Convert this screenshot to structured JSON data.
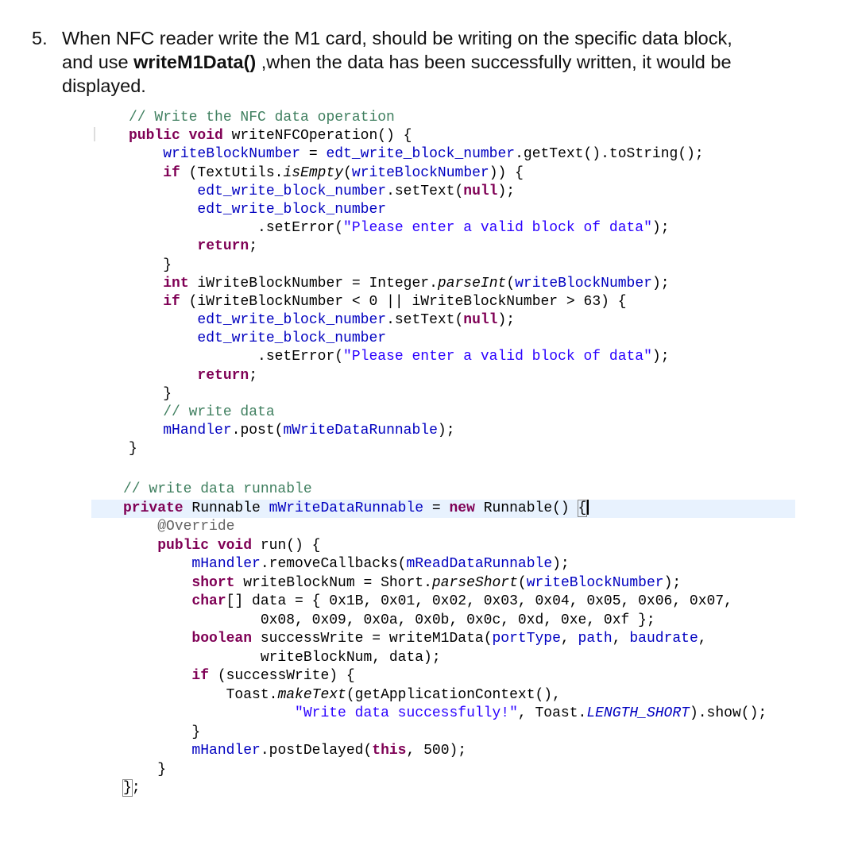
{
  "heading": {
    "number": "5.",
    "line1": "When NFC reader write the M1 card, should be writing on the specific data block,",
    "line2_pre": "and use ",
    "line2_bold": "writeM1Data()",
    "line2_post": " ,when the data has been successfully written, it would be",
    "line3": "displayed."
  },
  "code_block_1": [
    [
      [
        "c",
        "// Write the NFC data operation"
      ]
    ],
    [
      [
        "k",
        "public void"
      ],
      [
        "n",
        " writeNFCOperation() {"
      ]
    ],
    [
      [
        "n",
        "    "
      ],
      [
        "f",
        "writeBlockNumber"
      ],
      [
        "n",
        " = "
      ],
      [
        "f",
        "edt_write_block_number"
      ],
      [
        "n",
        ".getText().toString();"
      ]
    ],
    [
      [
        "n",
        "    "
      ],
      [
        "k",
        "if"
      ],
      [
        "n",
        " (TextUtils."
      ],
      [
        "i",
        "isEmpty"
      ],
      [
        "n",
        "("
      ],
      [
        "f",
        "writeBlockNumber"
      ],
      [
        "n",
        ")) {"
      ]
    ],
    [
      [
        "n",
        "        "
      ],
      [
        "f",
        "edt_write_block_number"
      ],
      [
        "n",
        ".setText("
      ],
      [
        "k",
        "null"
      ],
      [
        "n",
        ");"
      ]
    ],
    [
      [
        "n",
        "        "
      ],
      [
        "f",
        "edt_write_block_number"
      ]
    ],
    [
      [
        "n",
        "               .setError("
      ],
      [
        "s",
        "\"Please enter a valid block of data\""
      ],
      [
        "n",
        ");"
      ]
    ],
    [
      [
        "n",
        "        "
      ],
      [
        "k",
        "return"
      ],
      [
        "n",
        ";"
      ]
    ],
    [
      [
        "n",
        "    }"
      ]
    ],
    [
      [
        "n",
        "    "
      ],
      [
        "k",
        "int"
      ],
      [
        "n",
        " iWriteBlockNumber = Integer."
      ],
      [
        "i",
        "parseInt"
      ],
      [
        "n",
        "("
      ],
      [
        "f",
        "writeBlockNumber"
      ],
      [
        "n",
        ");"
      ]
    ],
    [
      [
        "n",
        "    "
      ],
      [
        "k",
        "if"
      ],
      [
        "n",
        " (iWriteBlockNumber < 0 || iWriteBlockNumber > 63) {"
      ]
    ],
    [
      [
        "n",
        "        "
      ],
      [
        "f",
        "edt_write_block_number"
      ],
      [
        "n",
        ".setText("
      ],
      [
        "k",
        "null"
      ],
      [
        "n",
        ");"
      ]
    ],
    [
      [
        "n",
        "        "
      ],
      [
        "f",
        "edt_write_block_number"
      ]
    ],
    [
      [
        "n",
        "               .setError("
      ],
      [
        "s",
        "\"Please enter a valid block of data\""
      ],
      [
        "n",
        ");"
      ]
    ],
    [
      [
        "n",
        "        "
      ],
      [
        "k",
        "return"
      ],
      [
        "n",
        ";"
      ]
    ],
    [
      [
        "n",
        "    }"
      ]
    ],
    [
      [
        "n",
        "    "
      ],
      [
        "c",
        "// write data"
      ]
    ],
    [
      [
        "n",
        "    "
      ],
      [
        "f",
        "mHandler"
      ],
      [
        "n",
        ".post("
      ],
      [
        "f",
        "mWriteDataRunnable"
      ],
      [
        "n",
        ");"
      ]
    ],
    [
      [
        "n",
        "}"
      ]
    ]
  ],
  "code_block_2": [
    [
      [
        "c",
        "// write data runnable"
      ]
    ],
    [
      [
        "k",
        "private"
      ],
      [
        "n",
        " Runnable "
      ],
      [
        "f",
        "mWriteDataRunnable"
      ],
      [
        "n",
        " = "
      ],
      [
        "k",
        "new"
      ],
      [
        "n",
        " Runnable() "
      ],
      [
        "bm",
        "{"
      ]
    ],
    [
      [
        "n",
        "    "
      ],
      [
        "a",
        "@Override"
      ]
    ],
    [
      [
        "n",
        "    "
      ],
      [
        "k",
        "public void"
      ],
      [
        "n",
        " run() {"
      ]
    ],
    [
      [
        "n",
        "        "
      ],
      [
        "f",
        "mHandler"
      ],
      [
        "n",
        ".removeCallbacks("
      ],
      [
        "f",
        "mReadDataRunnable"
      ],
      [
        "n",
        ");"
      ]
    ],
    [
      [
        "n",
        "        "
      ],
      [
        "k",
        "short"
      ],
      [
        "n",
        " writeBlockNum = Short."
      ],
      [
        "i",
        "parseShort"
      ],
      [
        "n",
        "("
      ],
      [
        "f",
        "writeBlockNumber"
      ],
      [
        "n",
        ");"
      ]
    ],
    [
      [
        "n",
        "        "
      ],
      [
        "k",
        "char"
      ],
      [
        "n",
        "[] data = { 0x1B, 0x01, 0x02, 0x03, 0x04, 0x05, 0x06, 0x07,"
      ]
    ],
    [
      [
        "n",
        "                0x08, 0x09, 0x0a, 0x0b, 0x0c, 0xd, 0xe, 0xf };"
      ]
    ],
    [
      [
        "n",
        "        "
      ],
      [
        "k",
        "boolean"
      ],
      [
        "n",
        " successWrite = writeM1Data("
      ],
      [
        "f",
        "portType"
      ],
      [
        "n",
        ", "
      ],
      [
        "f",
        "path"
      ],
      [
        "n",
        ", "
      ],
      [
        "f",
        "baudrate"
      ],
      [
        "n",
        ","
      ]
    ],
    [
      [
        "n",
        "                writeBlockNum, data);"
      ]
    ],
    [
      [
        "n",
        "        "
      ],
      [
        "k",
        "if"
      ],
      [
        "n",
        " (successWrite) {"
      ]
    ],
    [
      [
        "n",
        "            Toast."
      ],
      [
        "i",
        "makeText"
      ],
      [
        "n",
        "(getApplicationContext(),"
      ]
    ],
    [
      [
        "n",
        "                    "
      ],
      [
        "s",
        "\"Write data successfully!\""
      ],
      [
        "n",
        ", Toast."
      ],
      [
        "fi",
        "LENGTH_SHORT"
      ],
      [
        "n",
        ").show();"
      ]
    ],
    [
      [
        "n",
        "        }"
      ]
    ],
    [
      [
        "n",
        "        "
      ],
      [
        "f",
        "mHandler"
      ],
      [
        "n",
        ".postDelayed("
      ],
      [
        "k",
        "this"
      ],
      [
        "n",
        ", 500);"
      ]
    ],
    [
      [
        "n",
        "    }"
      ]
    ],
    [
      [
        "bm",
        "}"
      ],
      [
        "n",
        ";"
      ]
    ]
  ]
}
